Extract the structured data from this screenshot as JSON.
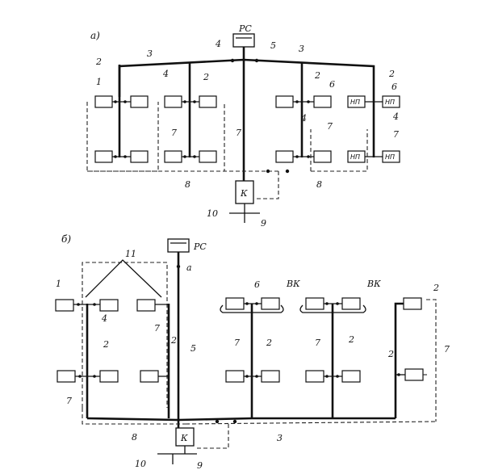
{
  "diagram_a": {
    "caption": "а)",
    "tank_label": "РС",
    "boiler_label": "К",
    "pump_label": "НП",
    "labels": {
      "n1": "1",
      "n2": "2",
      "n3": "3",
      "n4": "4",
      "n5": "5",
      "n6": "6",
      "n7": "7",
      "n8": "8",
      "n9": "9",
      "n10": "10"
    }
  },
  "diagram_b": {
    "caption": "б)",
    "tank_label": "РС",
    "boiler_label": "К",
    "air_label": "ВК",
    "point_label": "а",
    "labels": {
      "n1": "1",
      "n2": "2",
      "n3": "3",
      "n4": "4",
      "n5": "5",
      "n6": "6",
      "n7": "7",
      "n8": "8",
      "n9": "9",
      "n10": "10",
      "n11": "11"
    }
  }
}
